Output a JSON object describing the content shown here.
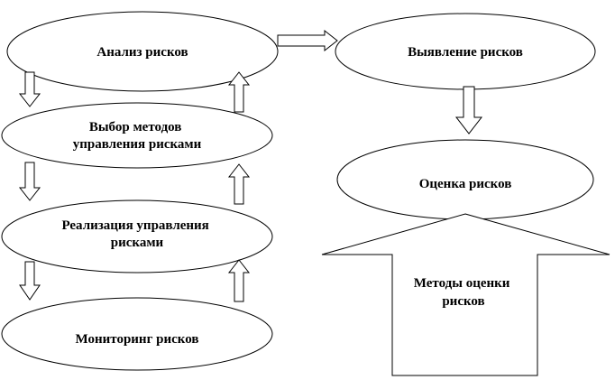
{
  "colors": {
    "stroke": "#000000",
    "fill": "#ffffff",
    "text": "#000000"
  },
  "nodes": {
    "analysis": {
      "lines": [
        "Анализ рисков"
      ]
    },
    "method_selection": {
      "lines": [
        "Выбор методов",
        "управления рисками"
      ]
    },
    "implementation": {
      "lines": [
        "Реализация управления",
        "рисками"
      ]
    },
    "monitoring": {
      "lines": [
        "Мониторинг рисков"
      ]
    },
    "identification": {
      "lines": [
        "Выявление рисков"
      ]
    },
    "assessment": {
      "lines": [
        "Оценка рисков"
      ]
    },
    "assessment_methods": {
      "lines": [
        "Методы оценки",
        "рисков"
      ]
    }
  }
}
